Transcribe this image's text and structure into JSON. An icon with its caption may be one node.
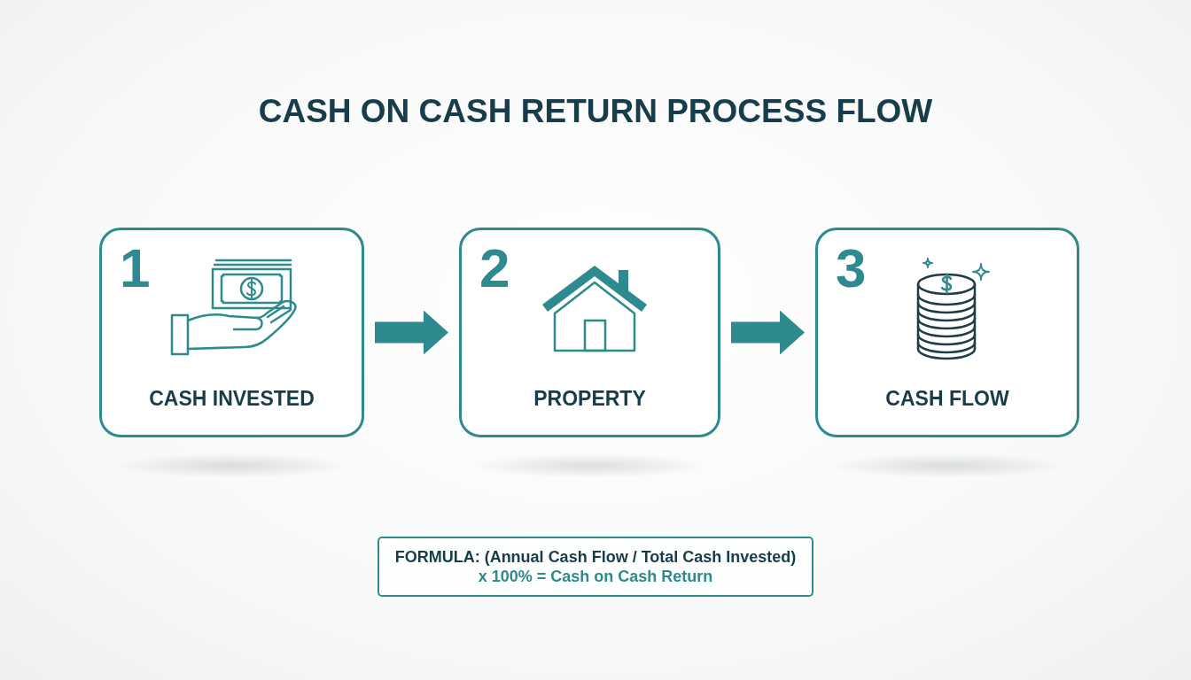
{
  "diagram": {
    "title": "CASH ON CASH RETURN PROCESS FLOW",
    "nodes": [
      {
        "text": [
          "1",
          "CASH INVESTED"
        ]
      },
      {
        "text": [
          "2",
          "PROPERTY"
        ]
      },
      {
        "text": [
          "3",
          "CASH FLOW"
        ]
      },
      {
        "text": [
          "FORMULA: (Annual Cash Flow / Total Cash Invested)",
          "x 100% = Cash on Cash Return"
        ]
      }
    ],
    "edges": [
      {
        "from": 0,
        "to": 1,
        "arrow": "to"
      },
      {
        "from": 1,
        "to": 2,
        "arrow": "to"
      }
    ]
  }
}
